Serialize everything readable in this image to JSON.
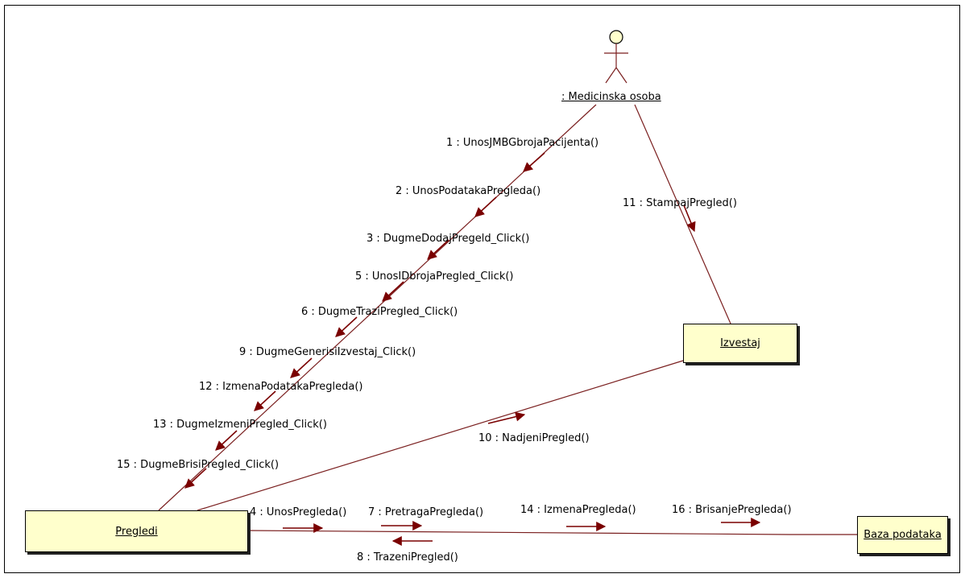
{
  "actor": {
    "name": ": Medicinska osoba"
  },
  "objects": {
    "pregledi": "Pregledi",
    "izvestaj": "Izvestaj",
    "baza": "Baza podataka"
  },
  "messages": {
    "m1": "1 : UnosJMBGbrojaPacijenta()",
    "m2": "2 : UnosPodatakaPregleda()",
    "m3": "3 : DugmeDodajPregeld_Click()",
    "m5": "5 : UnosIDbrojaPregled_Click()",
    "m6": "6 : DugmeTraziPregled_Click()",
    "m9": "9 : DugmeGenerisiIzvestaj_Click()",
    "m12": "12 : IzmenaPodatakaPregleda()",
    "m13": "13 : DugmeIzmeniPregled_Click()",
    "m15": "15 : DugmeBrisiPregled_Click()",
    "m11": "11 : StampajPregled()",
    "m10": "10 : NadjeniPregled()",
    "m4": "4 : UnosPregleda()",
    "m7": "7 : PretragaPregleda()",
    "m8": "8 : TrazeniPregled()",
    "m14": "14 : IzmenaPregleda()",
    "m16": "16 : BrisanjePregleda()"
  },
  "colors": {
    "object_fill": "#ffffcc",
    "link": "#7a1f1f",
    "arrow": "#7a0000"
  }
}
